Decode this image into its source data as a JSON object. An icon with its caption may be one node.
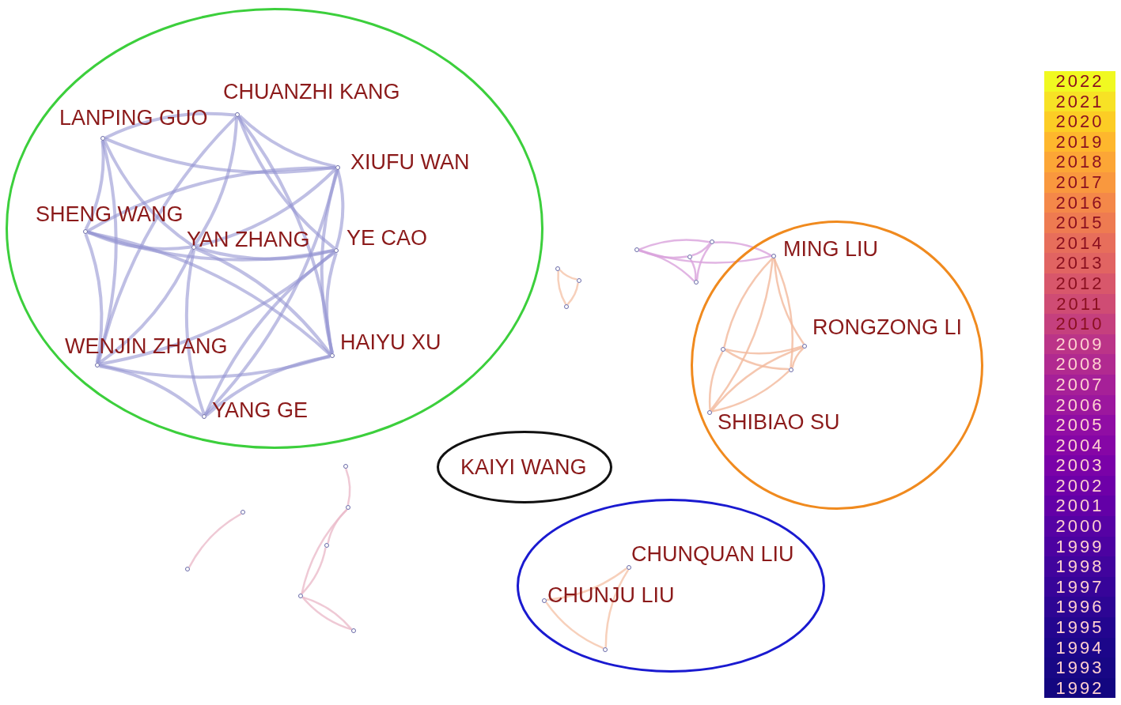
{
  "diagram": {
    "nodes": [
      {
        "text": [],
        "shape": "circle"
      },
      {
        "text": [
          "CHUANZHI KANG"
        ],
        "in": 0
      },
      {
        "text": [
          "LANPING GUO"
        ],
        "in": 0
      },
      {
        "text": [
          "XIUFU WAN"
        ],
        "in": 0
      },
      {
        "text": [
          "SHENG WANG"
        ],
        "in": 0
      },
      {
        "text": [
          "YAN ZHANG"
        ],
        "in": 0
      },
      {
        "text": [
          "YE CAO"
        ],
        "in": 0
      },
      {
        "text": [
          "HAIYU XU"
        ],
        "in": 0
      },
      {
        "text": [
          "WENJIN ZHANG"
        ],
        "in": 0
      },
      {
        "text": [
          "YANG GE"
        ],
        "in": 0
      },
      {
        "text": [],
        "shape": "circle"
      },
      {
        "text": [
          "MING LIU"
        ],
        "in": 10
      },
      {
        "text": [
          "RONGZONG LI"
        ],
        "in": 10
      },
      {
        "text": [
          "SHIBIAO SU"
        ],
        "in": 10
      },
      {
        "text": [
          "KAIYI WANG"
        ]
      },
      {
        "text": [],
        "shape": "circle"
      },
      {
        "text": [
          "CHUNQUAN LIU"
        ],
        "in": 15
      },
      {
        "text": [
          "CHUNJU LIU"
        ],
        "in": 15
      },
      {
        "text": [],
        "shape": "circle",
        "in": 10
      },
      {
        "text": [],
        "shape": "circle",
        "in": 10
      },
      {
        "text": [],
        "shape": "circle"
      },
      {
        "text": [],
        "shape": "circle"
      },
      {
        "text": [],
        "shape": "circle"
      },
      {
        "text": [],
        "shape": "circle"
      },
      {
        "text": [],
        "shape": "circle"
      },
      {
        "text": [],
        "shape": "circle"
      },
      {
        "text": [],
        "shape": "circle"
      },
      {
        "text": [],
        "shape": "circle"
      },
      {
        "text": [],
        "shape": "circle"
      },
      {
        "text": [],
        "shape": "circle"
      },
      {
        "text": [],
        "shape": "circle"
      },
      {
        "text": [],
        "shape": "circle"
      },
      {
        "text": [],
        "shape": "circle"
      },
      {
        "text": [],
        "shape": "circle"
      },
      {
        "text": [],
        "shape": "circle",
        "in": 15
      }
    ],
    "edges": [
      {
        "from": 2,
        "to": 1,
        "arrow": "none"
      },
      {
        "from": 2,
        "to": 3,
        "arrow": "none"
      },
      {
        "from": 2,
        "to": 4,
        "arrow": "none"
      },
      {
        "from": 2,
        "to": 5,
        "arrow": "none"
      },
      {
        "from": 2,
        "to": 8,
        "arrow": "none"
      },
      {
        "from": 1,
        "to": 3,
        "arrow": "none"
      },
      {
        "from": 1,
        "to": 5,
        "arrow": "none"
      },
      {
        "from": 1,
        "to": 6,
        "arrow": "none"
      },
      {
        "from": 1,
        "to": 7,
        "arrow": "none"
      },
      {
        "from": 1,
        "to": 8,
        "arrow": "none"
      },
      {
        "from": 3,
        "to": 6,
        "arrow": "none"
      },
      {
        "from": 3,
        "to": 7,
        "arrow": "none"
      },
      {
        "from": 3,
        "to": 5,
        "arrow": "none"
      },
      {
        "from": 3,
        "to": 4,
        "arrow": "none"
      },
      {
        "from": 3,
        "to": 9,
        "arrow": "none"
      },
      {
        "from": 4,
        "to": 6,
        "arrow": "none"
      },
      {
        "from": 4,
        "to": 7,
        "arrow": "none"
      },
      {
        "from": 4,
        "to": 5,
        "arrow": "none"
      },
      {
        "from": 4,
        "to": 8,
        "arrow": "none"
      },
      {
        "from": 5,
        "to": 6,
        "arrow": "none"
      },
      {
        "from": 5,
        "to": 7,
        "arrow": "none"
      },
      {
        "from": 5,
        "to": 9,
        "arrow": "none"
      },
      {
        "from": 5,
        "to": 8,
        "arrow": "none"
      },
      {
        "from": 6,
        "to": 7,
        "arrow": "none"
      },
      {
        "from": 6,
        "to": 8,
        "arrow": "none"
      },
      {
        "from": 6,
        "to": 9,
        "arrow": "none"
      },
      {
        "from": 7,
        "to": 8,
        "arrow": "none"
      },
      {
        "from": 7,
        "to": 9,
        "arrow": "none"
      },
      {
        "from": 8,
        "to": 9,
        "arrow": "none"
      },
      {
        "from": 11,
        "to": 12,
        "arrow": "none",
        "color": "#f2b99c"
      },
      {
        "from": 11,
        "to": 13,
        "arrow": "none",
        "color": "#f2b99c"
      },
      {
        "from": 11,
        "to": 18,
        "arrow": "none",
        "color": "#f2b99c"
      },
      {
        "from": 11,
        "to": 19,
        "arrow": "none",
        "color": "#f2b99c"
      },
      {
        "from": 18,
        "to": 19,
        "arrow": "none",
        "color": "#f2b99c"
      },
      {
        "from": 13,
        "to": 18,
        "arrow": "none",
        "color": "#f2b99c"
      },
      {
        "from": 13,
        "to": 19,
        "arrow": "none",
        "color": "#f2b99c"
      },
      {
        "from": 12,
        "to": 18,
        "arrow": "none",
        "color": "#f2b99c"
      },
      {
        "from": 12,
        "to": 19,
        "arrow": "none",
        "color": "#f2b99c"
      },
      {
        "from": 13,
        "to": 12,
        "arrow": "none",
        "color": "#f2b99c"
      },
      {
        "from": 20,
        "to": 21,
        "arrow": "none",
        "color": "#d9a3dc"
      },
      {
        "from": 20,
        "to": 22,
        "arrow": "none",
        "color": "#d9a3dc"
      },
      {
        "from": 21,
        "to": 22,
        "arrow": "none",
        "color": "#d9a3dc"
      },
      {
        "from": 21,
        "to": 23,
        "arrow": "none",
        "color": "#d9a3dc"
      },
      {
        "from": 22,
        "to": 23,
        "arrow": "none",
        "color": "#d9a3dc"
      },
      {
        "from": 20,
        "to": 23,
        "arrow": "none",
        "color": "#d9a3dc"
      },
      {
        "from": 20,
        "to": 11,
        "arrow": "none",
        "color": "#d9a3dc"
      },
      {
        "from": 22,
        "to": 11,
        "arrow": "none",
        "color": "#d9a3dc"
      },
      {
        "from": 24,
        "to": 25,
        "arrow": "none",
        "color": "#f5c4aa"
      },
      {
        "from": 25,
        "to": 26,
        "arrow": "none",
        "color": "#f5c4aa"
      },
      {
        "from": 24,
        "to": 26,
        "arrow": "none",
        "color": "#f5c4aa"
      },
      {
        "from": 33,
        "to": 27,
        "arrow": "none",
        "color": "#ebbccb"
      },
      {
        "from": 27,
        "to": 28,
        "arrow": "none",
        "color": "#ebbccb"
      },
      {
        "from": 28,
        "to": 29,
        "arrow": "none",
        "color": "#ebbccb"
      },
      {
        "from": 27,
        "to": 29,
        "arrow": "none",
        "color": "#ebbccb"
      },
      {
        "from": 29,
        "to": 30,
        "arrow": "none",
        "color": "#ebbccb"
      },
      {
        "from": 30,
        "to": 29,
        "arrow": "none",
        "color": "#ebbccb"
      },
      {
        "from": 31,
        "to": 32,
        "arrow": "none",
        "color": "#ebbccb"
      },
      {
        "from": 17,
        "to": 34,
        "arrow": "none",
        "color": "#f5c4aa"
      },
      {
        "from": 34,
        "to": 16,
        "arrow": "none",
        "color": "#f5c4aa"
      },
      {
        "from": 17,
        "to": 16,
        "arrow": "none",
        "color": "#f5c4aa"
      }
    ],
    "legend": [
      {
        "text": "2022",
        "color": "#f0f921"
      },
      {
        "text": "2021",
        "color": "#f7e225"
      },
      {
        "text": "2020",
        "color": "#fccd25"
      },
      {
        "text": "2019",
        "color": "#feb72d"
      },
      {
        "text": "2018",
        "color": "#fca636"
      },
      {
        "text": "2017",
        "color": "#f9983e"
      },
      {
        "text": "2016",
        "color": "#f48849"
      },
      {
        "text": "2015",
        "color": "#ee7b51"
      },
      {
        "text": "2014",
        "color": "#e76e5b"
      },
      {
        "text": "2013",
        "color": "#e16462"
      },
      {
        "text": "2012",
        "color": "#d8576b"
      },
      {
        "text": "2011",
        "color": "#cf4c74"
      },
      {
        "text": "2010",
        "color": "#c5407e"
      },
      {
        "text": "2009",
        "color": "#bb3488"
      },
      {
        "text": "2008",
        "color": "#b12a90"
      },
      {
        "text": "2007",
        "color": "#a62098"
      },
      {
        "text": "2006",
        "color": "#9c179e"
      },
      {
        "text": "2005",
        "color": "#900da4"
      },
      {
        "text": "2004",
        "color": "#8606a6"
      },
      {
        "text": "2003",
        "color": "#7a02a8"
      },
      {
        "text": "2002",
        "color": "#6e00a8"
      },
      {
        "text": "2001",
        "color": "#6300a7"
      },
      {
        "text": "2000",
        "color": "#5602a4"
      },
      {
        "text": "1999",
        "color": "#4c02a1"
      },
      {
        "text": "1998",
        "color": "#41049d"
      },
      {
        "text": "1997",
        "color": "#370499"
      },
      {
        "text": "1996",
        "color": "#2d0594"
      },
      {
        "text": "1995",
        "color": "#23058f"
      },
      {
        "text": "1994",
        "color": "#1c068a"
      },
      {
        "text": "1993",
        "color": "#180785"
      },
      {
        "text": "1992",
        "color": "#130680"
      }
    ]
  }
}
